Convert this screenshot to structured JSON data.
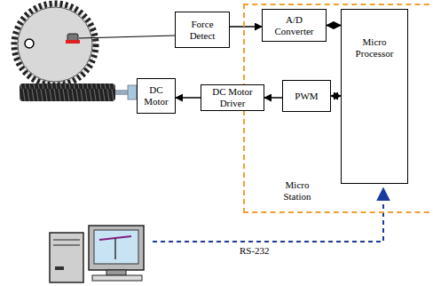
{
  "diagram": {
    "nodes": [
      {
        "text": [
          "Force Detect"
        ]
      },
      {
        "text": [
          "Micro Station"
        ]
      },
      {
        "text": [
          "A/D Converter"
        ],
        "in": 1
      },
      {
        "text": [
          "Micro Processor"
        ],
        "in": 1
      },
      {
        "text": [
          "PWM"
        ],
        "in": 1
      },
      {
        "text": [
          "DC Motor"
        ]
      },
      {
        "text": [
          "DC Motor Driver"
        ]
      }
    ],
    "edges": [
      {
        "from": 0,
        "to": 2,
        "arrow": "to"
      },
      {
        "from": 2,
        "to": 3,
        "arrow": "both"
      },
      {
        "from": 4,
        "to": 3,
        "arrow": "both"
      },
      {
        "from": 4,
        "to": 6,
        "arrow": "to"
      },
      {
        "from": 6,
        "to": 5,
        "arrow": "to"
      }
    ],
    "labels": [
      "RS-232"
    ]
  }
}
